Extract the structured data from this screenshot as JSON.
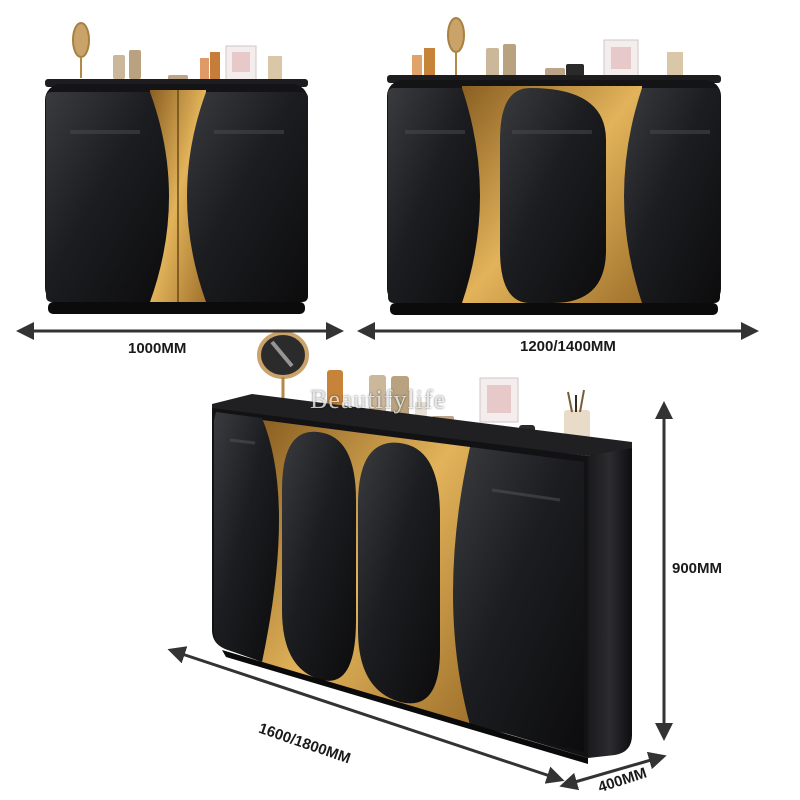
{
  "dimensions": {
    "width_small": "1000MM",
    "width_medium": "1200/1400MM",
    "width_large": "1600/1800MM",
    "height": "900MM",
    "depth": "400MM"
  },
  "watermark": "Beautifylife",
  "colors": {
    "cabinet_black": "#151516",
    "door_gloss": "#2a2b2e",
    "gold_accent": "#c9963a",
    "arrow": "#333333"
  }
}
